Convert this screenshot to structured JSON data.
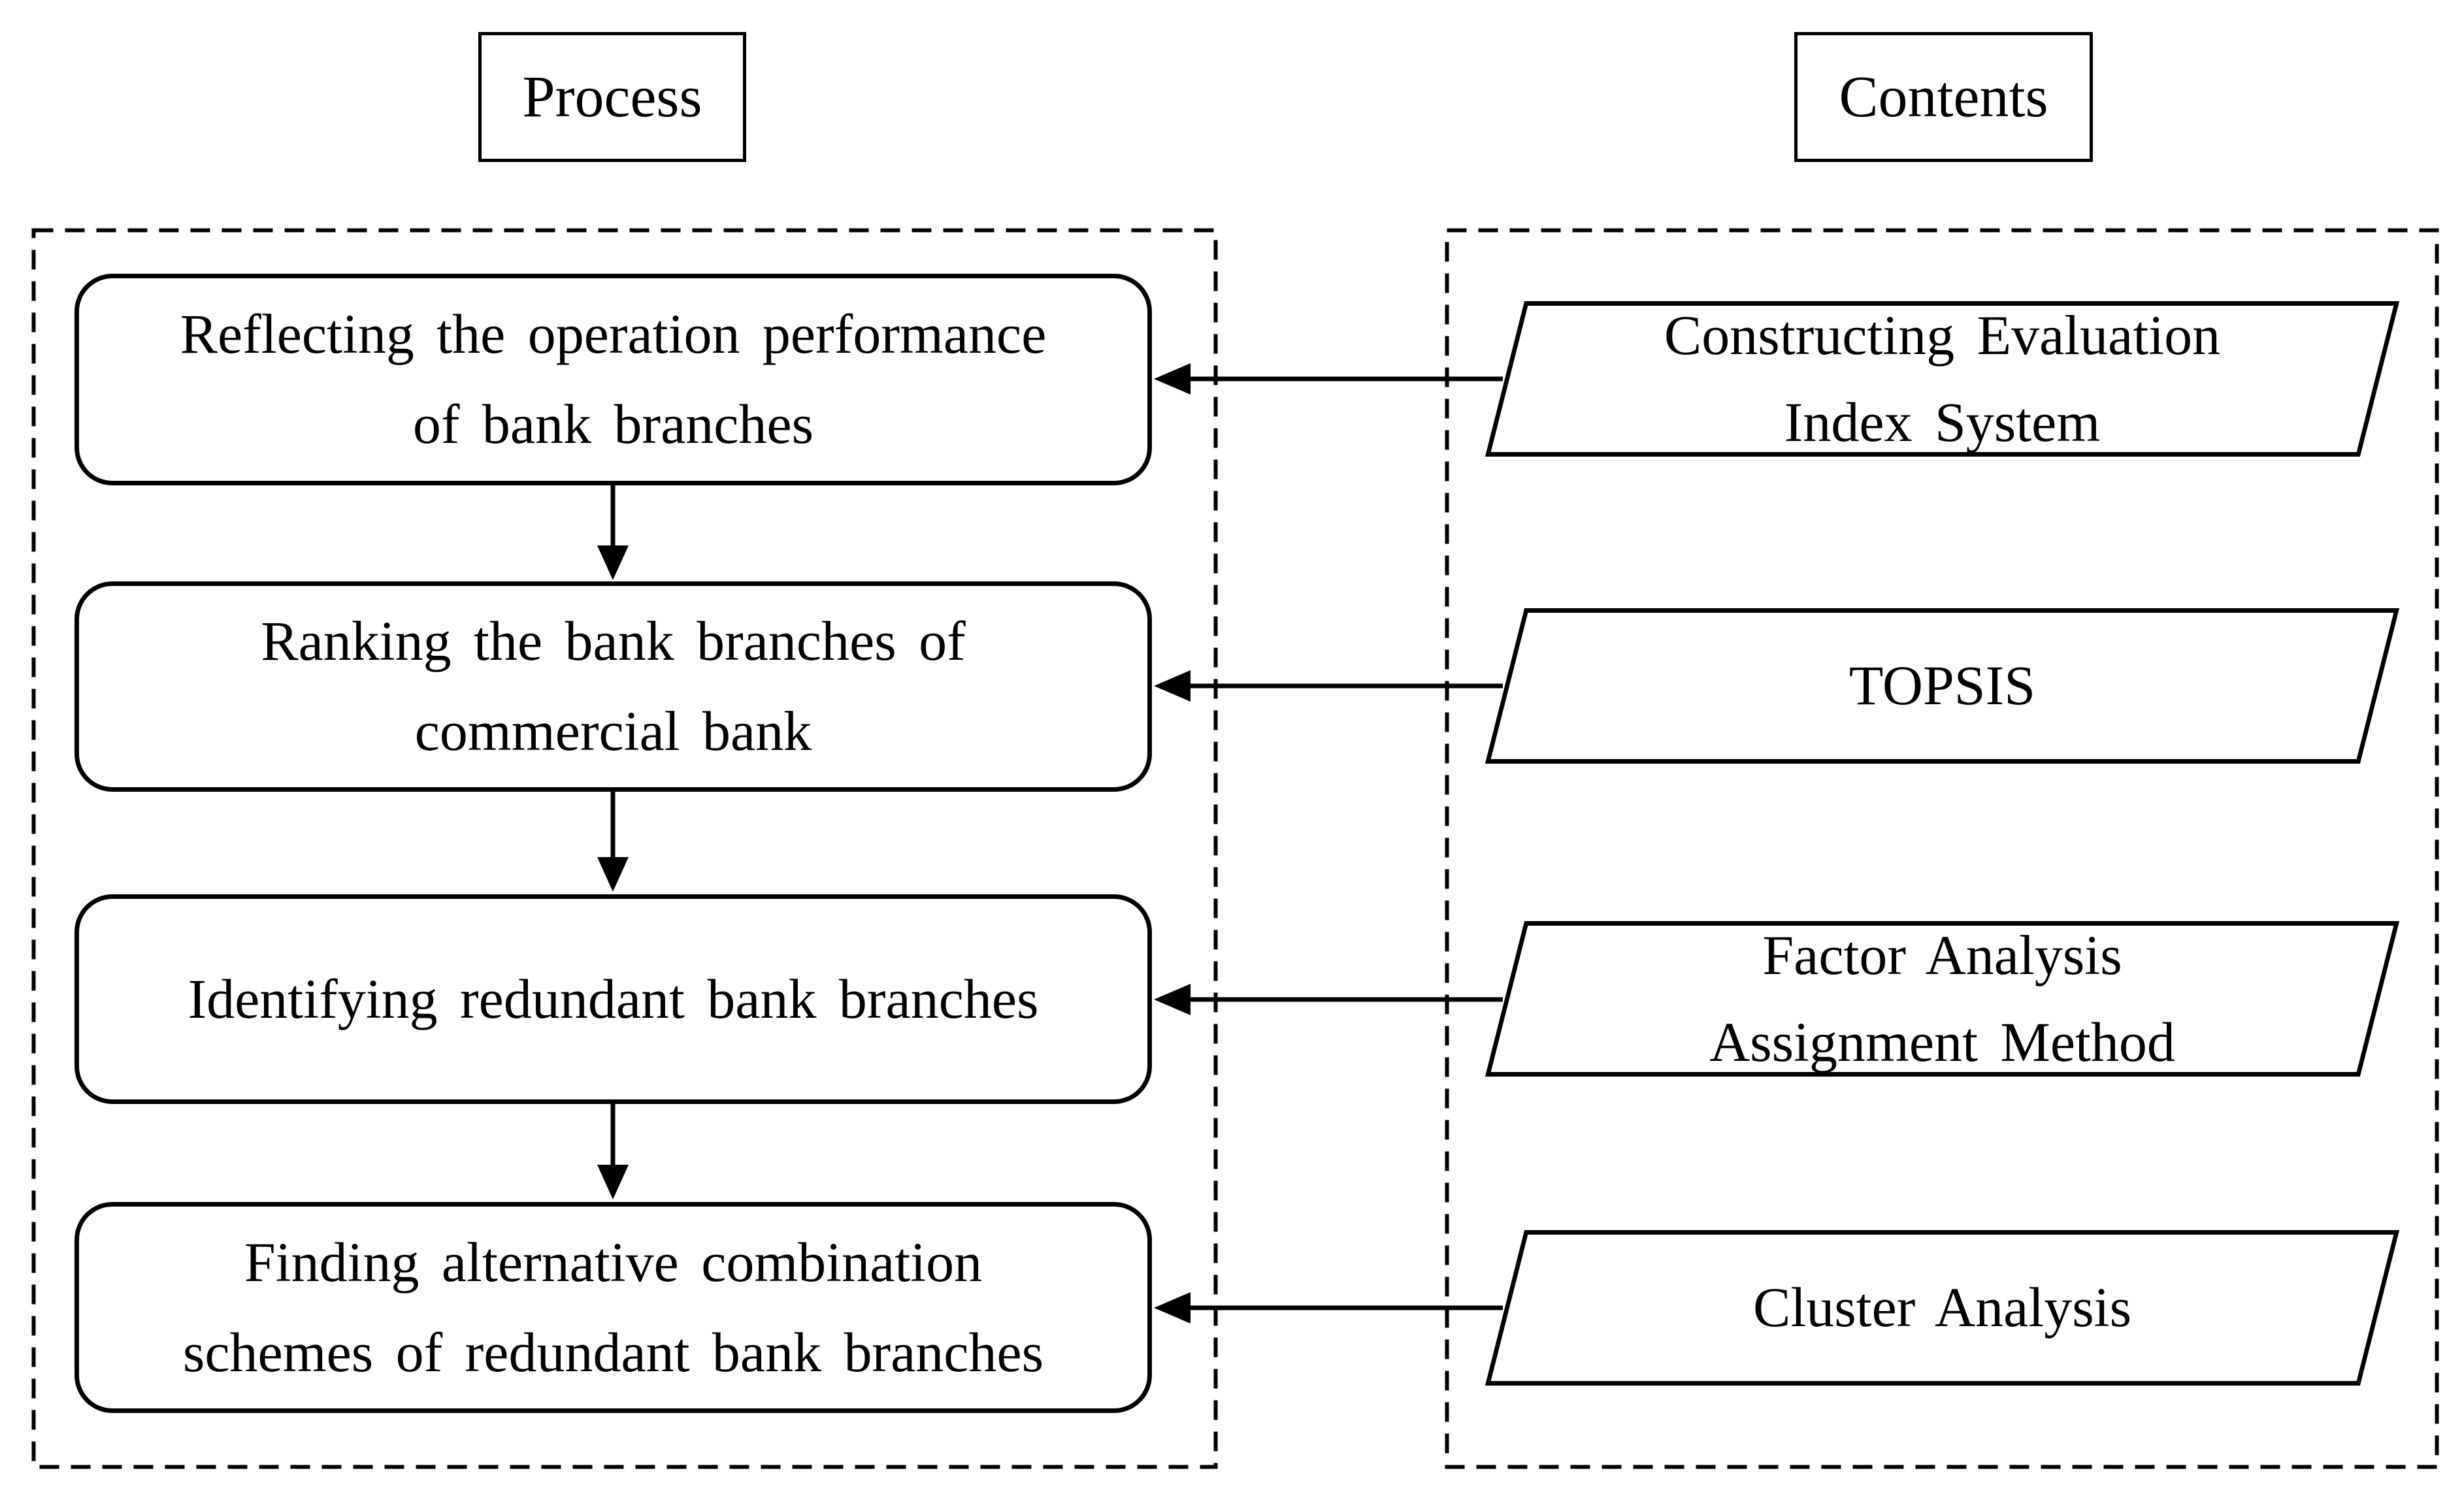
{
  "diagram": {
    "headers": {
      "process": "Process",
      "contents": "Contents"
    },
    "process_steps": [
      {
        "label": "Reflecting the operation performance\nof bank branches"
      },
      {
        "label": "Ranking the bank branches of\ncommercial bank"
      },
      {
        "label": "Identifying redundant bank branches"
      },
      {
        "label": "Finding alternative combination\nschemes of redundant bank branches"
      }
    ],
    "contents_items": [
      {
        "label": "Constructing Evaluation\nIndex System"
      },
      {
        "label": "TOPSIS"
      },
      {
        "label": "Factor Analysis\nAssignment Method"
      },
      {
        "label": "Cluster Analysis"
      }
    ],
    "colors": {
      "ink": "#000000",
      "background": "#ffffff"
    }
  }
}
